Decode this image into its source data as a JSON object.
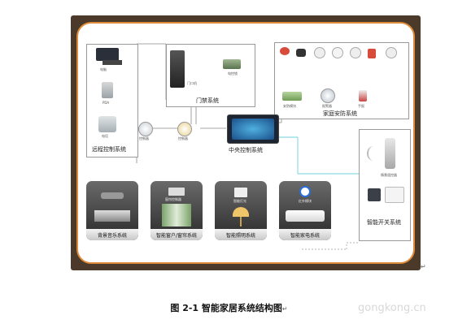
{
  "diagram": {
    "subsystems": {
      "remote_control": "远程控制系统",
      "access_control": "门禁系统",
      "home_security": "家庭安防系统",
      "central_control": "中央控制系统",
      "smart_switch": "智能开关系统",
      "background_music": "背景音乐系统",
      "smart_window": "智能窗户/窗帘系统",
      "smart_lighting": "智能照明系统",
      "smart_appliance": "智能家电系统"
    },
    "devices": {
      "pc": "电脑",
      "pda": "PDA",
      "phone": "电话",
      "controller1": "控制器",
      "controller2": "控制器",
      "door_unit": "门口机",
      "lock": "电控锁",
      "security_module": "安防模块",
      "siren": "报警器",
      "hand_alarm": "手报",
      "window_controller": "窗帘控制器",
      "light_module": "智能灯光",
      "ir_module": "红外模块",
      "remote": "情景遥控器"
    }
  },
  "caption": "图 2-1  智能家居系统结构图",
  "return_mark": "↵",
  "watermark": "gongkong.cn",
  "colors": {
    "frame_border": "#e08b3a",
    "frame_bg": "#4b3a2a",
    "link_line": "#6fd0dc"
  }
}
